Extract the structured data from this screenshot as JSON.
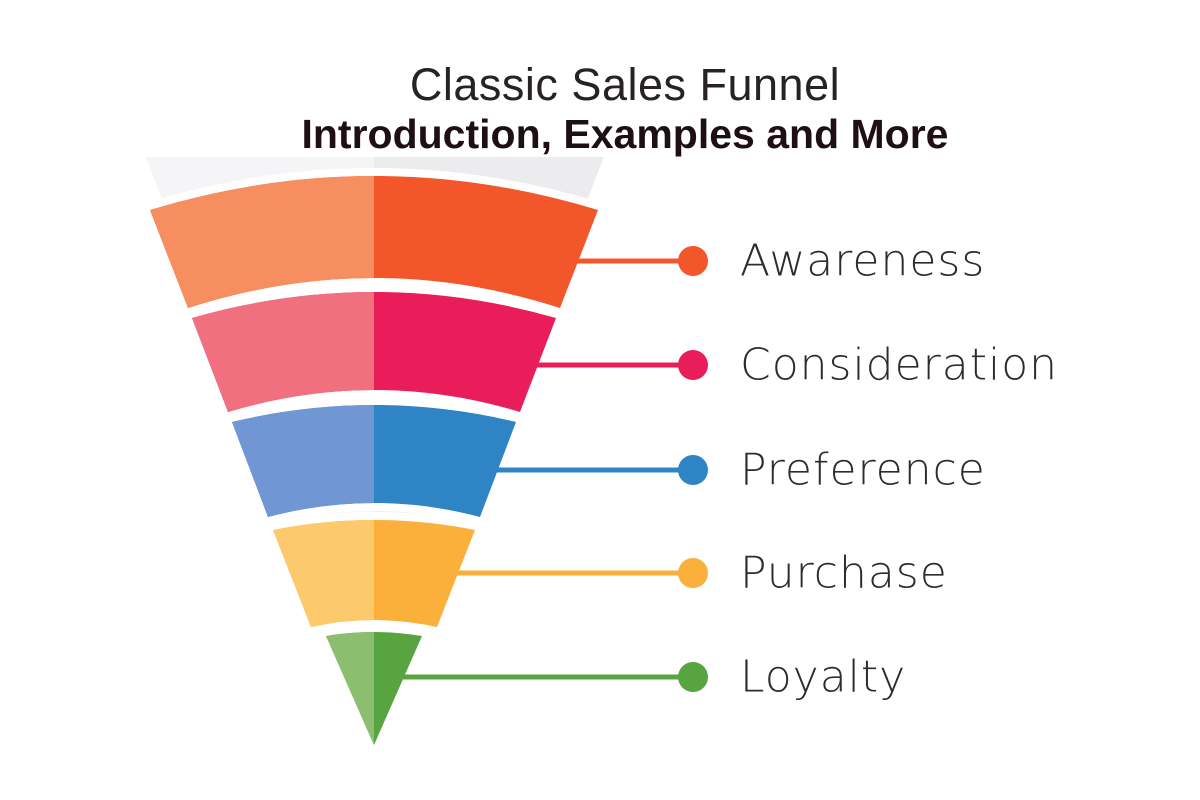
{
  "header": {
    "title": "Classic Sales Funnel",
    "subtitle": "Introduction, Examples and More"
  },
  "funnel": {
    "type": "funnel-diagram",
    "background_color_left": "#F5F5F7",
    "background_color_right": "#ECECEE",
    "stages": [
      {
        "label": "Awareness",
        "color": "#F2562A",
        "color_light": "#F68E60"
      },
      {
        "label": "Consideration",
        "color": "#E91D5A",
        "color_light": "#F07080"
      },
      {
        "label": "Preference",
        "color": "#2F84C6",
        "color_light": "#7096D4"
      },
      {
        "label": "Purchase",
        "color": "#FBB03B",
        "color_light": "#FCCA6D"
      },
      {
        "label": "Loyalty",
        "color": "#58A441",
        "color_light": "#8CBE70"
      }
    ]
  },
  "colors": {
    "title_text": "#272324",
    "subtitle_text": "#1E0F13",
    "label_text": "#2C2C2C",
    "page_background": "#FFFFFF"
  }
}
